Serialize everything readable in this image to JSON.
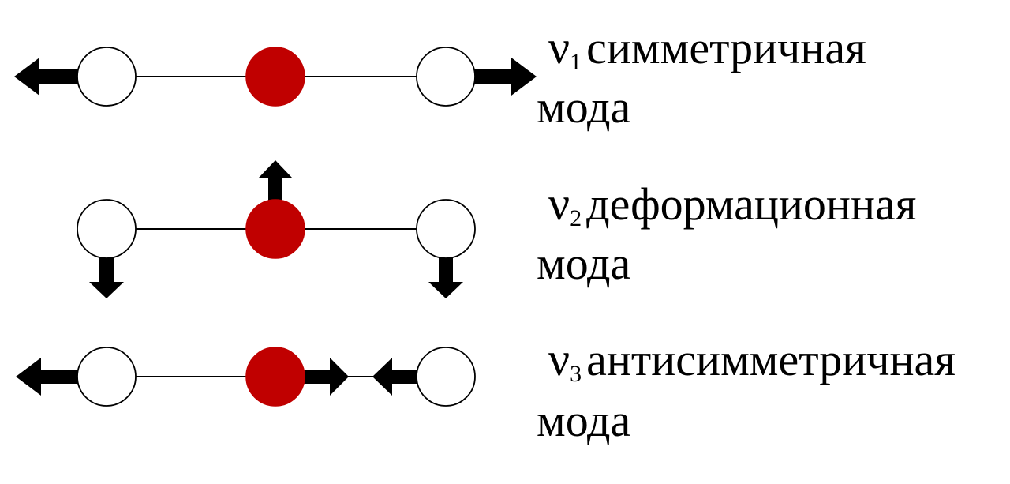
{
  "colors": {
    "central_atom": "#c00000",
    "outer_atom": "#ffffff",
    "outline": "#000000",
    "arrow": "#000000",
    "background": "#ffffff"
  },
  "modes": [
    {
      "symbol": "ν",
      "subscript": "1",
      "name": "симметричная",
      "word": "мода"
    },
    {
      "symbol": "ν",
      "subscript": "2",
      "name": "деформационная",
      "word": "мода"
    },
    {
      "symbol": "ν",
      "subscript": "3",
      "name": "антисимметричная",
      "word": "мода"
    }
  ]
}
